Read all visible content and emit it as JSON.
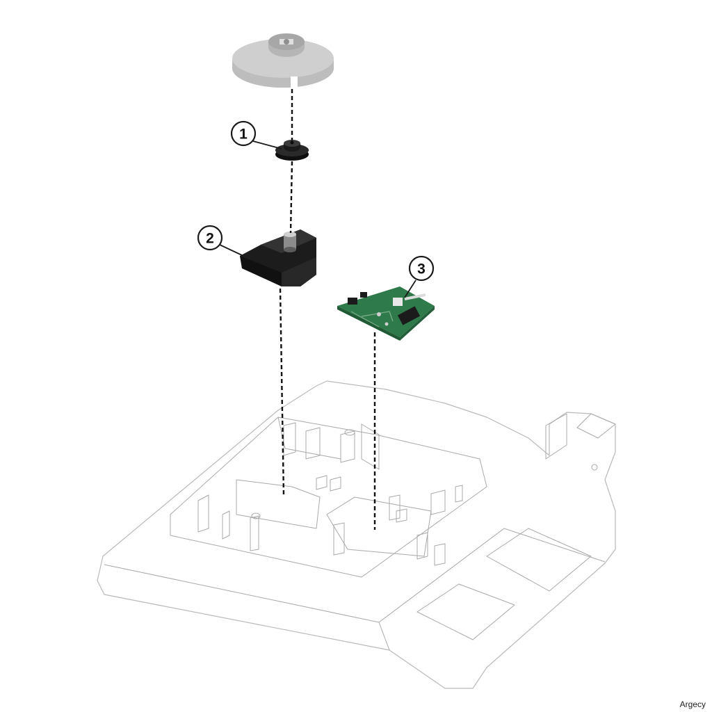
{
  "diagram": {
    "callouts": [
      {
        "number": "1",
        "part": "gear"
      },
      {
        "number": "2",
        "part": "motor"
      },
      {
        "number": "3",
        "part": "sensor-board"
      }
    ]
  },
  "watermark": "Argecy",
  "colors": {
    "ghost_gear": "#c8c8c8",
    "motor": "#1c1c1c",
    "board": "#2f7a4a",
    "base_outline": "#b9b9b9"
  }
}
